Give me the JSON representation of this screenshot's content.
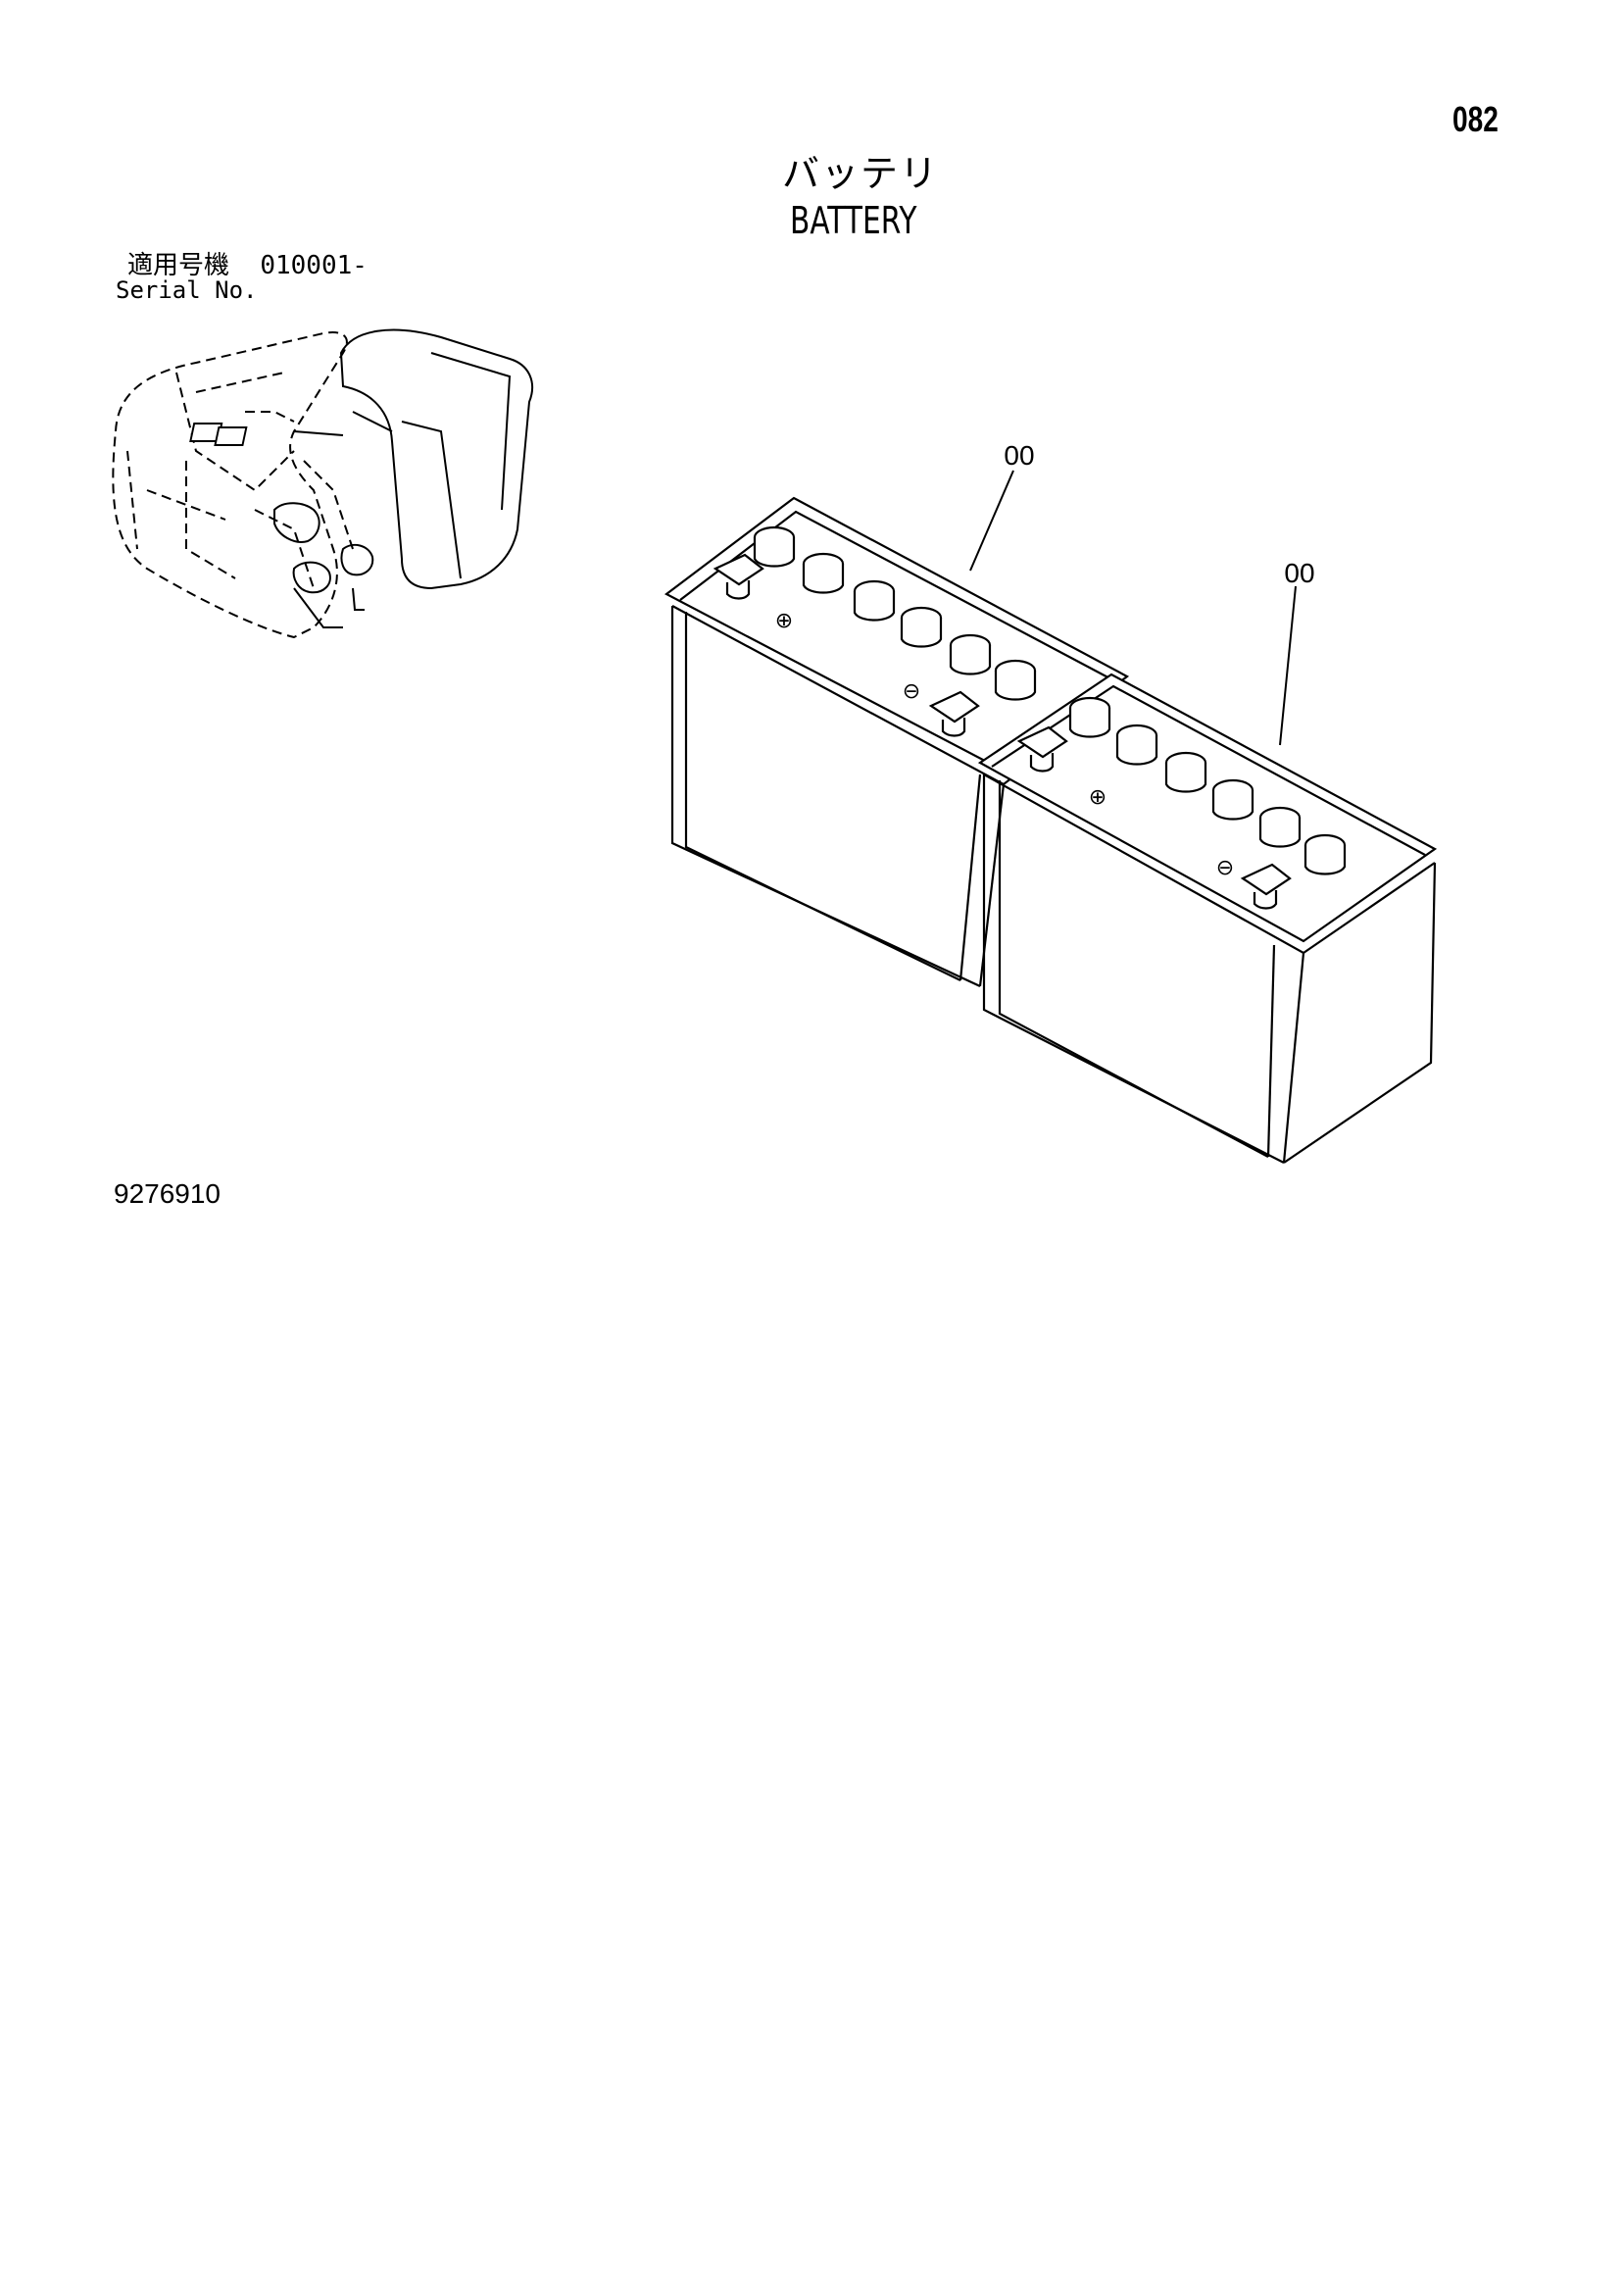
{
  "page": {
    "number": "082",
    "title_jp": "バッテリ",
    "title_en": "BATTERY",
    "serial_label_jp": "適用号機",
    "serial_value": "010001-",
    "serial_label_en": "Serial No.",
    "drawing_number": "9276910"
  },
  "callouts": [
    {
      "id": "callout-battery-1",
      "label": "00"
    },
    {
      "id": "callout-battery-2",
      "label": "00"
    }
  ],
  "terminals": {
    "positive": "⊕",
    "negative": "⊖"
  },
  "colors": {
    "ink": "#000000",
    "background": "#ffffff"
  }
}
